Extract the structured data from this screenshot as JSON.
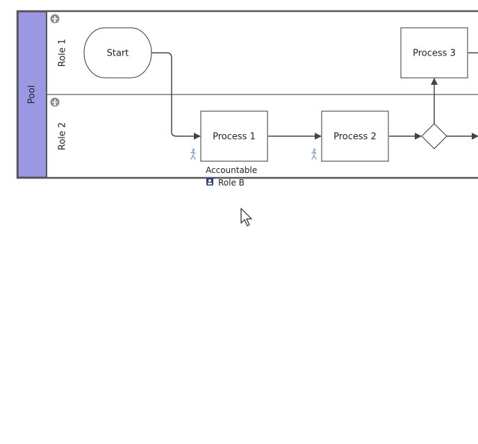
{
  "diagram": {
    "pool": {
      "label": "Pool",
      "fill": "#9b97e3"
    },
    "lanes": [
      {
        "id": "lane1",
        "label": "Role 1"
      },
      {
        "id": "lane2",
        "label": "Role 2"
      }
    ],
    "shapes": {
      "start": {
        "label": "Start"
      },
      "process1": {
        "label": "Process 1"
      },
      "process2": {
        "label": "Process 2"
      },
      "process3": {
        "label": "Process 3"
      }
    },
    "annotation": {
      "accountable_label": "Accountable",
      "role_label": "Role B"
    },
    "colors": {
      "line": "#444444",
      "border": "#555555",
      "icon": "#7ea1d6",
      "role_icon": "#2d3e8a"
    },
    "icons": {
      "lane_header": "add-circle-icon",
      "walker": "person-walking-icon",
      "role": "role-badge-icon",
      "cursor": "mouse-pointer-icon"
    }
  }
}
